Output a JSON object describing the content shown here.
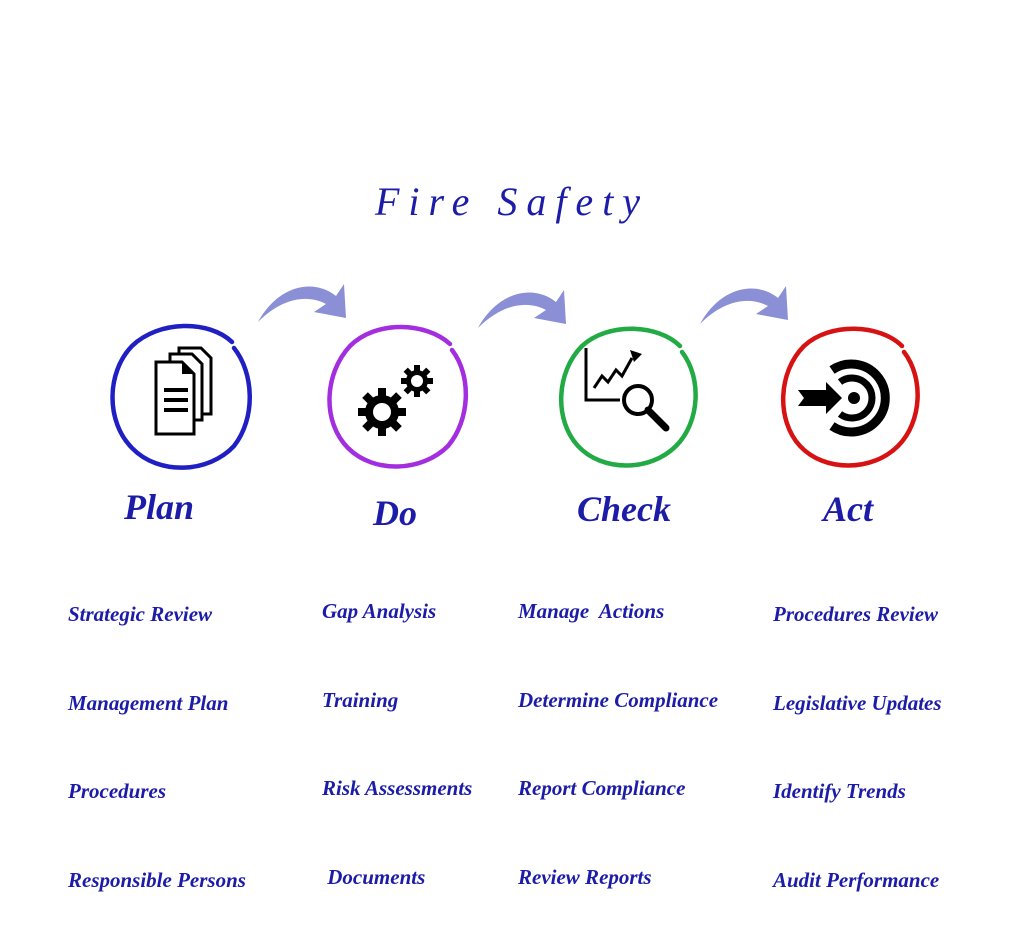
{
  "title": "Fire Safety",
  "colors": {
    "text": "#1c1ca8",
    "arrow": "#8a8fd6",
    "plan": "#1f1fc4",
    "do": "#a22ee0",
    "check": "#22aa44",
    "act": "#d61212"
  },
  "stages": [
    {
      "heading": "Plan",
      "icon": "documents-icon",
      "items": [
        "Strategic Review",
        "Management Plan",
        "Procedures",
        "Responsible Persons"
      ]
    },
    {
      "heading": "Do",
      "icon": "gears-icon",
      "items": [
        "Gap Analysis",
        "Training",
        "Risk Assessments",
        " Documents"
      ]
    },
    {
      "heading": "Check",
      "icon": "chart-magnifier-icon",
      "items": [
        "Manage  Actions",
        "Determine Compliance",
        "Report Compliance",
        "Review Reports"
      ]
    },
    {
      "heading": "Act",
      "icon": "target-arrow-icon",
      "items": [
        "Procedures Review",
        "Legislative Updates",
        "Identify Trends",
        "Audit Performance"
      ]
    }
  ]
}
